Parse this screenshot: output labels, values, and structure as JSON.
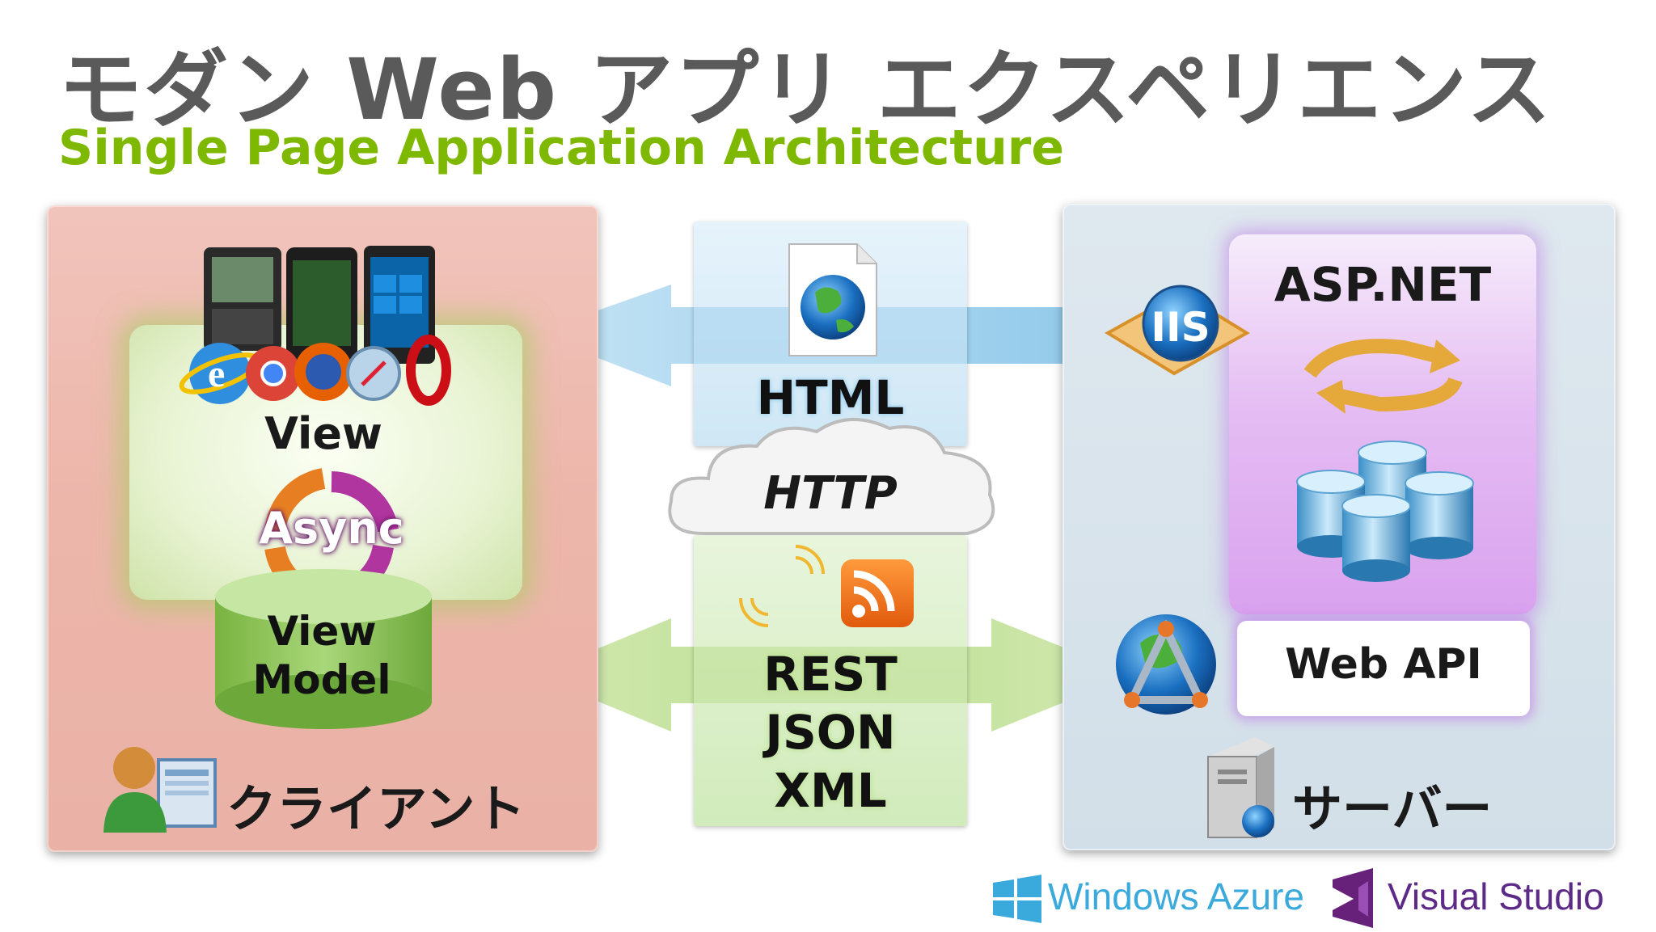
{
  "title": "モダン Web アプリ エクスペリエンス",
  "subtitle": "Single Page Application Architecture",
  "client": {
    "view_label": "View",
    "async_label": "Async",
    "viewmodel_line1": "View",
    "viewmodel_line2": "Model",
    "panel_label": "クライアント"
  },
  "middle": {
    "html_label": "HTML",
    "http_label": "HTTP",
    "rest_label": "REST",
    "json_label": "JSON",
    "xml_label": "XML"
  },
  "server": {
    "aspnet_label": "ASP.NET",
    "iis_label": "IIS",
    "webapi_label": "Web API",
    "panel_label": "サーバー"
  },
  "logos": {
    "azure": "Windows Azure",
    "vs": "Visual Studio"
  },
  "colors": {
    "title": "#5a5a5a",
    "subtitle": "#7fb800",
    "client_panel": "#eeb8ad",
    "server_panel": "#d8e3eb",
    "aspnet": "#dba8ef",
    "azure": "#3aa9dc",
    "vs": "#5d2a87"
  },
  "icons": [
    "mobile-phones-icon",
    "browser-logos-icon",
    "html-document-globe-icon",
    "rss-feed-icon",
    "iis-icon",
    "sync-arrows-icon",
    "database-icon",
    "globe-service-icon",
    "server-icon",
    "user-icon",
    "windows-logo-icon",
    "visual-studio-logo-icon"
  ]
}
